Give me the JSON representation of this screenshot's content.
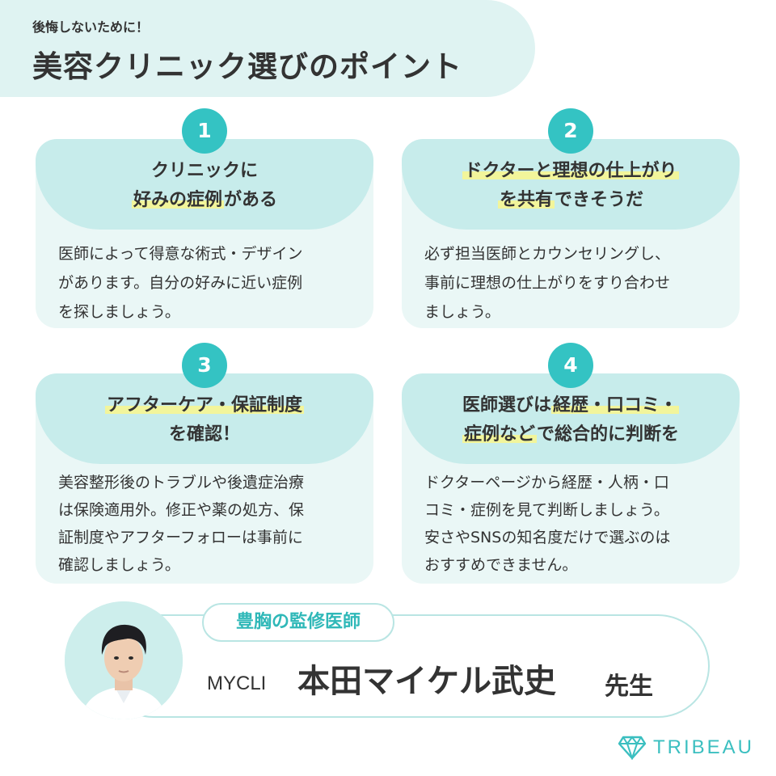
{
  "header": {
    "subtitle": "後悔しないために！",
    "title": "美容クリニック選びのポイント"
  },
  "points": [
    {
      "number": "1",
      "title_l1": [
        {
          "text": "クリニックに",
          "hl": false
        }
      ],
      "title_l2": [
        {
          "text": "好みの症例",
          "hl": true
        },
        {
          "text": "がある",
          "hl": false
        }
      ],
      "body": [
        "医師によって得意な術式・デザイン",
        "があります。自分の好みに近い症例",
        "を探しましょう。"
      ]
    },
    {
      "number": "2",
      "title_l1": [
        {
          "text": "ドクターと理想の仕上がり",
          "hl": true
        }
      ],
      "title_l2": [
        {
          "text": "を共有",
          "hl": true
        },
        {
          "text": "できそうだ",
          "hl": false
        }
      ],
      "body": [
        "必ず担当医師とカウンセリングし、",
        "事前に理想の仕上がりをすり合わせ",
        "ましょう。"
      ]
    },
    {
      "number": "3",
      "title_l1": [
        {
          "text": "アフターケア・保証制度",
          "hl": true
        }
      ],
      "title_l2": [
        {
          "text": "を確認！",
          "hl": false
        }
      ],
      "body": [
        "美容整形後のトラブルや後遺症治療",
        "は保険適用外。修正や薬の処方、保",
        "証制度やアフターフォローは事前に",
        "確認しましょう。"
      ]
    },
    {
      "number": "4",
      "title_l1": [
        {
          "text": "医師選びは",
          "hl": false
        },
        {
          "text": "経歴・口コミ・",
          "hl": true
        }
      ],
      "title_l2": [
        {
          "text": "症例など",
          "hl": true
        },
        {
          "text": "で総合的に判断を",
          "hl": false
        }
      ],
      "body": [
        "ドクターページから経歴・人柄・口",
        "コミ・症例を見て判断しましょう。",
        "安さやSNSの知名度だけで選ぶのは",
        "おすすめできません。"
      ]
    }
  ],
  "doctor": {
    "label": "豊胸の監修医師",
    "clinic": "MYCLI",
    "name": "本田マイケル武史",
    "honorific": "先生"
  },
  "brand": {
    "name": "TRIBEAU",
    "icon": "diamond-icon"
  },
  "colors": {
    "accent": "#34c3c3",
    "card_bg": "#eaf7f6",
    "card_head": "#c7eceb",
    "highlight": "#f2f59b",
    "header_bg": "#dff3f2"
  }
}
